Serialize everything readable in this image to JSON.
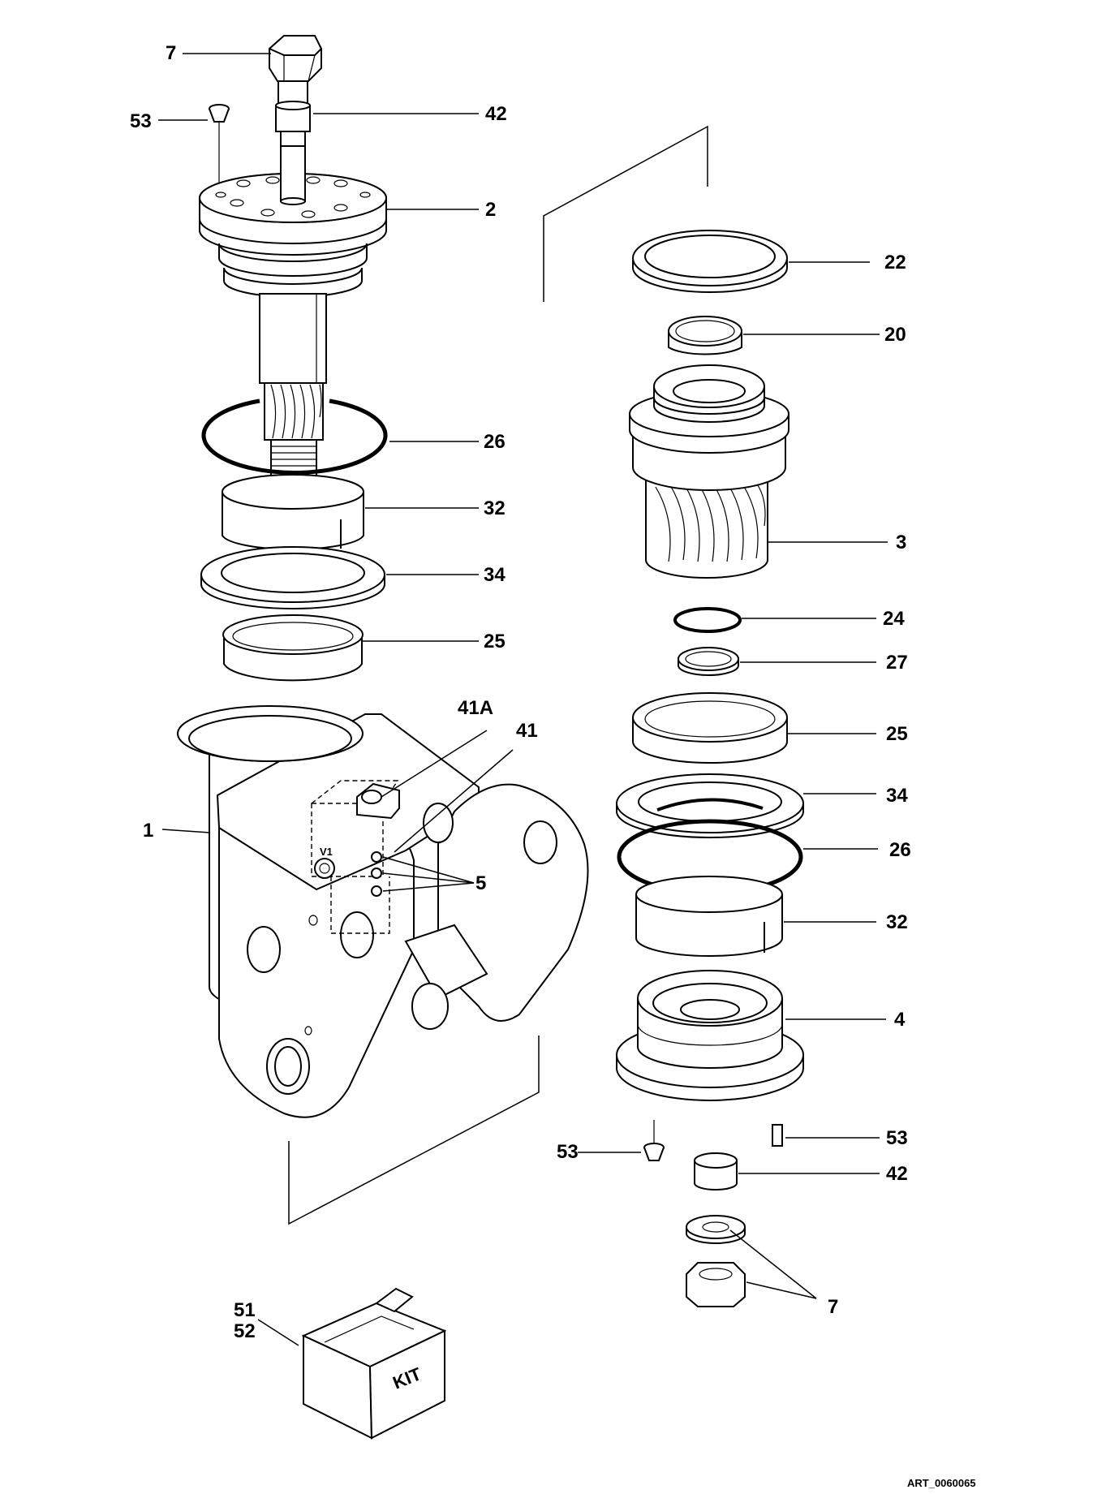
{
  "diagram": {
    "art_reference": "ART_0060065",
    "kit_label": "KIT",
    "valve_marker": "V1",
    "callouts": {
      "c7_top": "7",
      "c53_top": "53",
      "c42_top": "42",
      "c2": "2",
      "c26_left": "26",
      "c32_left": "32",
      "c34_left": "34",
      "c25_left": "25",
      "c22": "22",
      "c20": "20",
      "c3": "3",
      "c24": "24",
      "c27": "27",
      "c25_right": "25",
      "c34_right": "34",
      "c26_right": "26",
      "c32_right": "32",
      "c4": "4",
      "c53_bottom_left": "53",
      "c53_bottom_right": "53",
      "c42_bottom": "42",
      "c7_bottom": "7",
      "c41A": "41A",
      "c41": "41",
      "c1": "1",
      "c5": "5",
      "c51": "51",
      "c52": "52"
    }
  }
}
